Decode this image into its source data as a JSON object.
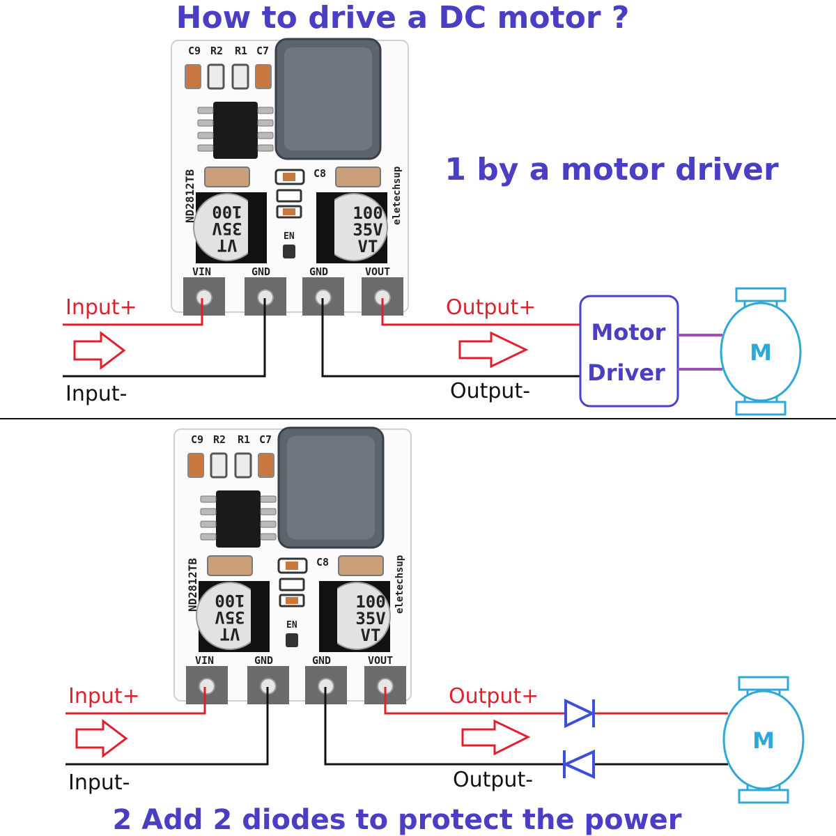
{
  "title": "How to drive a DC motor ?",
  "section1_heading": "1 by a motor driver",
  "section2_heading": "2 Add 2 diodes to protect the power",
  "board": {
    "silk_top": [
      "C9",
      "R2",
      "R1",
      "C7"
    ],
    "c8": "C8",
    "model": "ND2812TB",
    "brand": "eletechsup",
    "en": "EN",
    "cap_left": [
      "VT",
      "35V",
      "100"
    ],
    "cap_right": [
      "100",
      "35V",
      "VT"
    ],
    "pins": [
      "VIN",
      "GND",
      "GND",
      "VOUT"
    ]
  },
  "labels": {
    "input_plus": "Input+",
    "input_minus": "Input-",
    "output_plus": "Output+",
    "output_minus": "Output-"
  },
  "driver": {
    "line1": "Motor",
    "line2": "Driver"
  },
  "motor": {
    "label": "M"
  },
  "colors": {
    "title": "#4a3fc4",
    "positive_wire": "#e0202c",
    "negative_wire": "#111111",
    "motor": "#2ea8d8",
    "driver_box": "#4b3fd0",
    "motor_wires": "#a050b0",
    "diode": "#3c4fd8",
    "board": "#fafafa"
  }
}
